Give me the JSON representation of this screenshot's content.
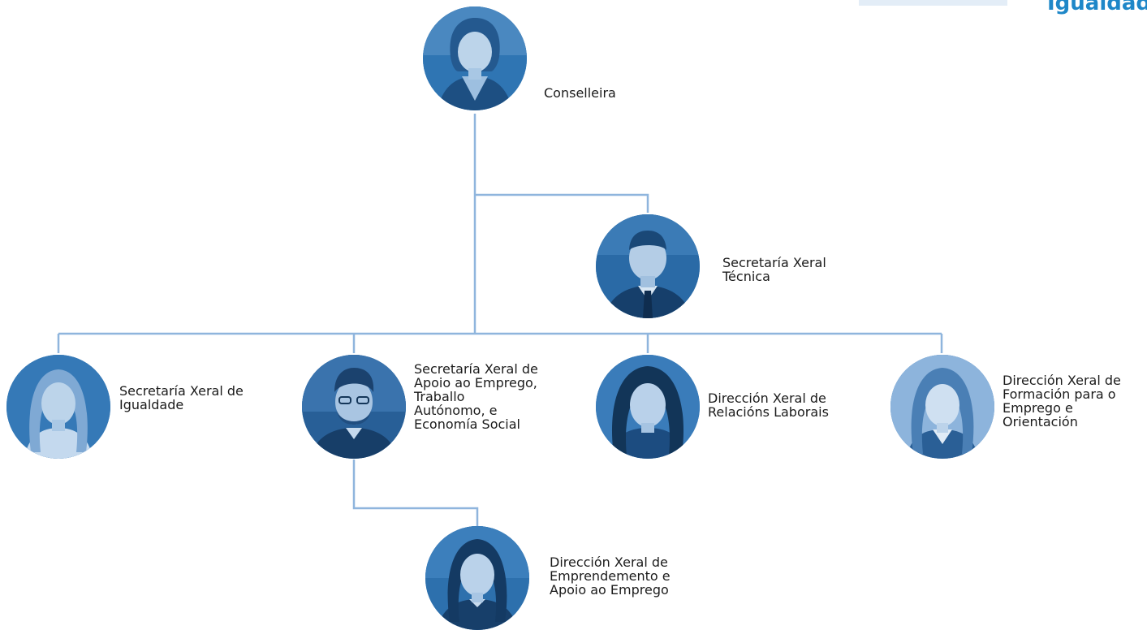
{
  "header": {
    "cropped_word": "Igualdade"
  },
  "colors": {
    "connector": "#8fb5dd",
    "photo_tint": "#2f75b3",
    "photo_highlight": "#bcd4ea",
    "accent_text": "#1e87c8",
    "tab_fill": "#e3edf7"
  },
  "nodes": {
    "conselleira": {
      "label": "Conselleira"
    },
    "secretaria_tecnica": {
      "label": "Secretaría Xeral\nTécnica"
    },
    "igualdade": {
      "label": "Secretaría Xeral de\nIgualdade"
    },
    "apoio_emprego": {
      "label": "Secretaría Xeral de\nApoio ao Emprego,\nTraballo\nAutónomo, e\nEconomía Social"
    },
    "relacions_laborais": {
      "label": "Dirección Xeral de\nRelacións Laborais"
    },
    "formacion": {
      "label": "Dirección Xeral de\nFormación para o\nEmprego e\nOrientación"
    },
    "emprendemento": {
      "label": "Dirección Xeral de\nEmprendemento e\nApoio ao Emprego"
    }
  },
  "edges": [
    [
      "conselleira",
      "secretaria_tecnica"
    ],
    [
      "conselleira",
      "igualdade"
    ],
    [
      "conselleira",
      "apoio_emprego"
    ],
    [
      "conselleira",
      "relacions_laborais"
    ],
    [
      "conselleira",
      "formacion"
    ],
    [
      "apoio_emprego",
      "emprendemento"
    ]
  ]
}
